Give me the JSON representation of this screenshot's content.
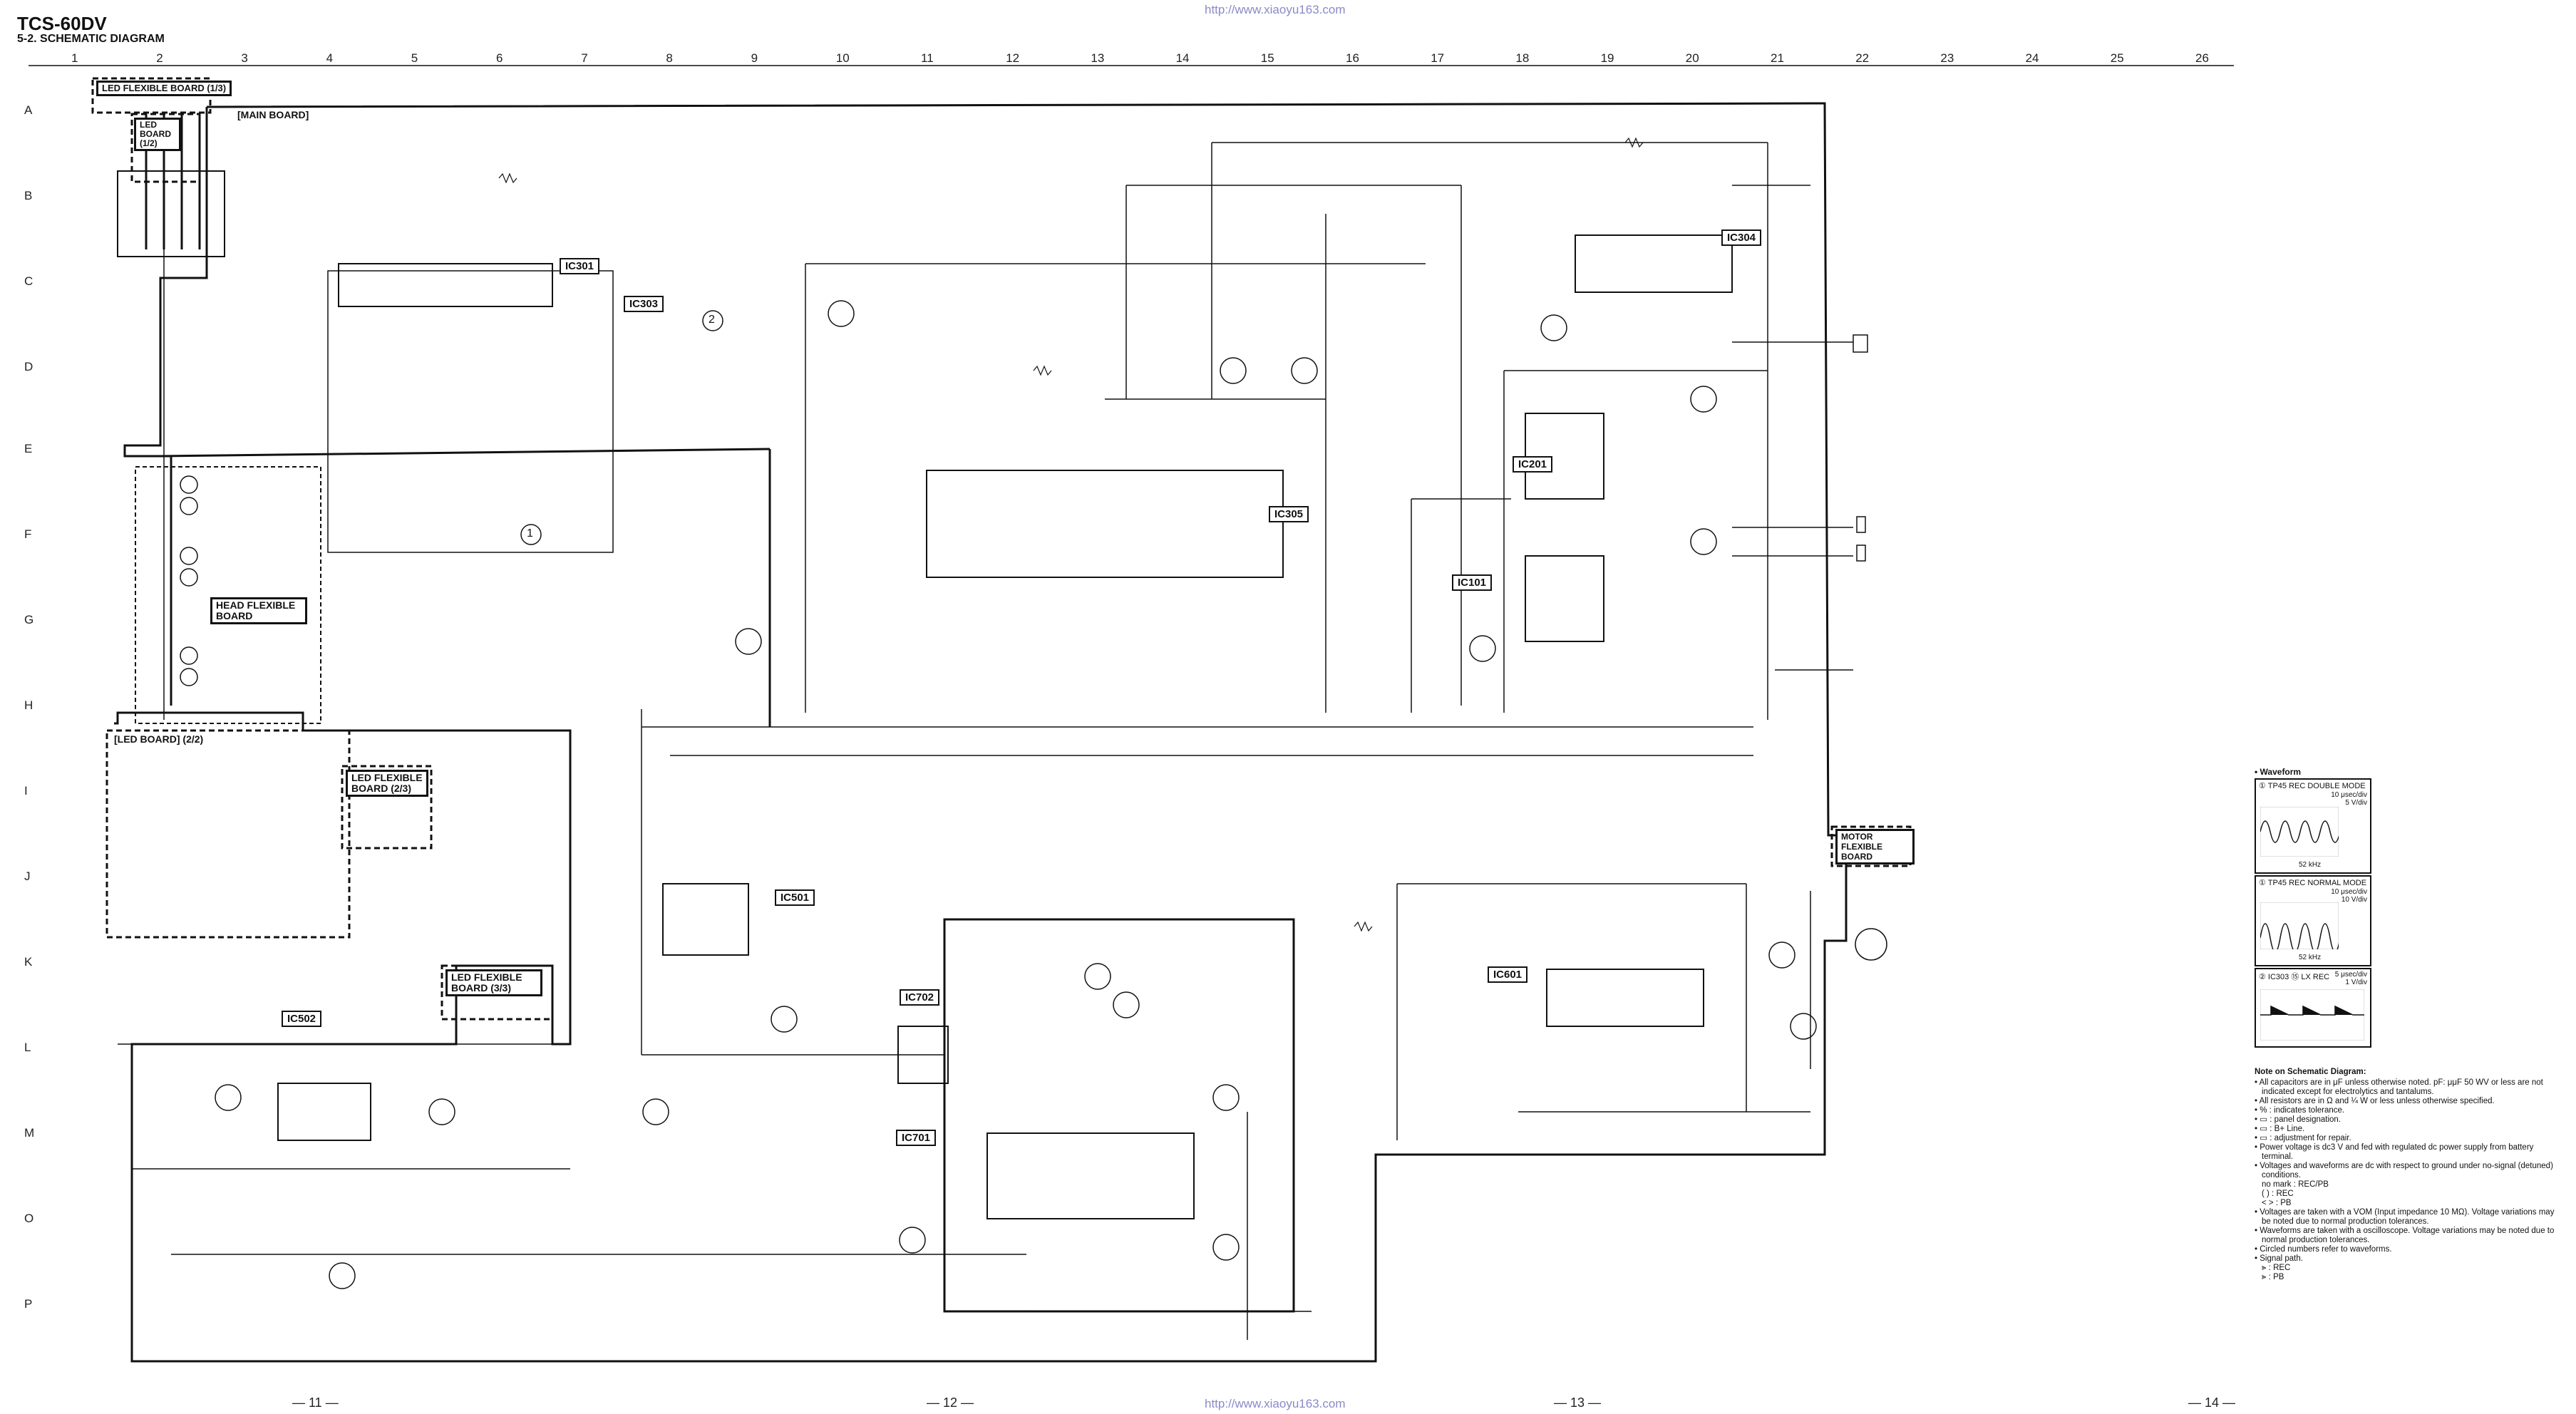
{
  "header": {
    "model": "TCS-60DV",
    "section": "5-2. SCHEMATIC DIAGRAM"
  },
  "watermark_url": "http://www.xiaoyu163.com",
  "grid": {
    "columns": [
      "1",
      "2",
      "3",
      "4",
      "5",
      "6",
      "7",
      "8",
      "9",
      "10",
      "11",
      "12",
      "13",
      "14",
      "15",
      "16",
      "17",
      "18",
      "19",
      "20",
      "21",
      "22",
      "23",
      "24",
      "25",
      "26"
    ],
    "rows": [
      "A",
      "B",
      "C",
      "D",
      "E",
      "F",
      "G",
      "H",
      "I",
      "J",
      "K",
      "L",
      "M",
      "O",
      "P"
    ]
  },
  "blocks": {
    "led_flex_13": "LED FLEXIBLE BOARD (1/3)",
    "led_board_12": "LED BOARD (1/2)",
    "main_board": "[MAIN BOARD]",
    "head_flex": "HEAD FLEXIBLE BOARD",
    "led_board_22": "[LED BOARD] (2/2)",
    "led_flex_23": "LED FLEXIBLE BOARD (2/3)",
    "led_flex_33": "LED FLEXIBLE BOARD (3/3)",
    "motor_flex": "MOTOR FLEXIBLE BOARD"
  },
  "ics": {
    "ic301": "IC301",
    "ic303": "IC303",
    "ic304": "IC304",
    "ic305": "IC305",
    "ic201": "IC201",
    "ic101": "IC101",
    "ic501": "IC501",
    "ic502": "IC502",
    "ic601": "IC601",
    "ic701": "IC701",
    "ic702": "IC702"
  },
  "markers": {
    "one": "1",
    "two": "2"
  },
  "waveform": {
    "heading": "• Waveform",
    "w1": {
      "title": "① TP45 REC DOUBLE MODE",
      "scale1": "10 μsec/div",
      "scale2": "5 V/div",
      "freq": "52 kHz"
    },
    "w2": {
      "title": "① TP45 REC NORMAL MODE",
      "scale1": "10 μsec/div",
      "scale2": "10 V/div",
      "freq": "52 kHz"
    },
    "w3": {
      "title": "② IC303 ⑮ LX REC",
      "scale1": "5 μsec/div",
      "scale2": "1 V/div"
    }
  },
  "notes": {
    "title": "Note on Schematic Diagram:",
    "items": [
      "• All capacitors are in μF unless otherwise noted. pF: μμF 50 WV or less are not indicated except for electrolytics and tantalums.",
      "• All resistors are in Ω and ¼ W or less unless otherwise specified.",
      "• % : indicates tolerance.",
      "• ▭ : panel designation.",
      "• ▭ : B+ Line.",
      "• ▭ : adjustment for repair.",
      "• Power voltage is dc3 V and fed with regulated dc power supply from battery terminal.",
      "• Voltages and waveforms are dc with respect to ground under no-signal (detuned) conditions."
    ],
    "modes": [
      "no mark : REC/PB",
      "( ) : REC",
      "< > : PB"
    ],
    "items2": [
      "• Voltages are taken with a VOM (Input impedance 10 MΩ). Voltage variations may be noted due to normal production tolerances.",
      "• Waveforms are taken with a oscilloscope. Voltage variations may be noted due to normal production tolerances.",
      "• Circled numbers refer to waveforms.",
      "• Signal path."
    ],
    "signal": [
      "⫸ : REC",
      "⫸ : PB"
    ]
  },
  "pages": [
    "— 11 —",
    "— 12 —",
    "— 13 —",
    "— 14 —"
  ]
}
